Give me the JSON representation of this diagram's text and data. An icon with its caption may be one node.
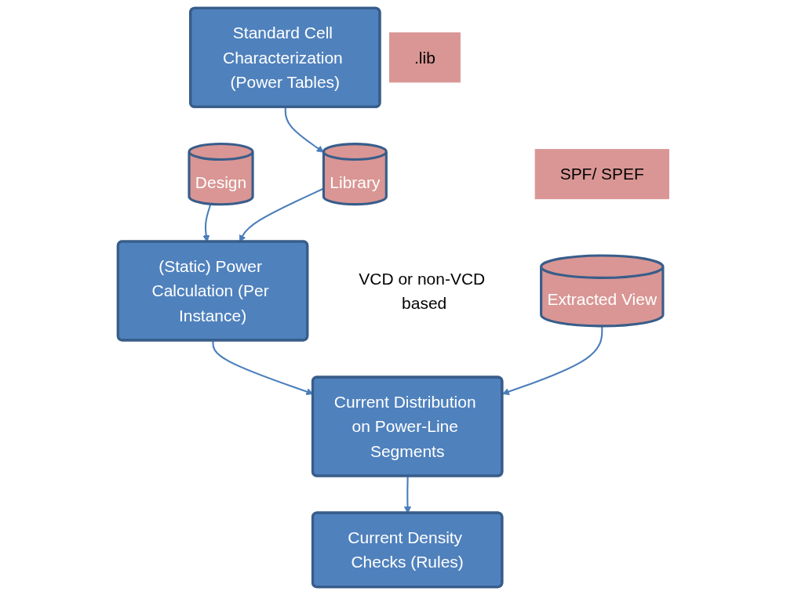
{
  "diagram": {
    "nodes": [
      {
        "text": [
          "Standard Cell Characterization (Power Tables)"
        ]
      },
      {
        "text": [
          "Design"
        ]
      },
      {
        "text": [
          ".lib"
        ]
      },
      {
        "text": [
          "Library"
        ]
      },
      {
        "text": [
          "(Static) Power Calculation (Per Instance)"
        ],
        "beside": [
          "VCD or non-VCD based"
        ]
      },
      {
        "text": [
          "Current Distribution on Power-Line Segments"
        ]
      },
      {
        "text": [
          "Extracted View"
        ]
      },
      {
        "text": [
          "SPF/ SPEF"
        ]
      },
      {
        "text": [
          "Current Density Checks (Rules)"
        ]
      }
    ],
    "edges": [
      {
        "from": 0,
        "to": 3,
        "arrow": "to"
      },
      {
        "from": 1,
        "to": 4,
        "arrow": "to"
      },
      {
        "from": 3,
        "to": 4,
        "arrow": "to"
      },
      {
        "from": 4,
        "to": 5,
        "arrow": "to"
      },
      {
        "from": 6,
        "to": 5,
        "arrow": "to"
      },
      {
        "from": 5,
        "to": 8,
        "arrow": "to"
      }
    ]
  }
}
